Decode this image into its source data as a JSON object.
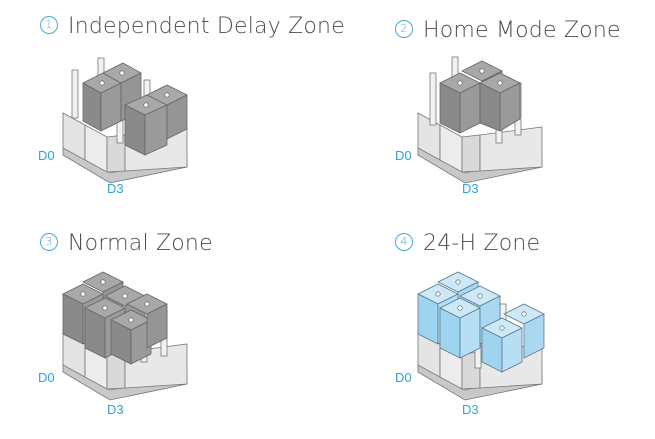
{
  "zones": [
    {
      "number": "1",
      "title": "Independent Delay Zone",
      "label_left": "D0",
      "label_bottom": "D3",
      "caps": [
        "back-left",
        "front-left",
        "back-right",
        "front-right-raised"
      ],
      "cap_color": "gray"
    },
    {
      "number": "2",
      "title": "Home Mode Zone",
      "label_left": "D0",
      "label_bottom": "D3",
      "caps": [
        "back-middle",
        "front-middle"
      ],
      "cap_color": "gray"
    },
    {
      "number": "3",
      "title": "Normal Zone",
      "label_left": "D0",
      "label_bottom": "D3",
      "caps": [
        "back-left",
        "front-left",
        "back-middle",
        "front-middle"
      ],
      "cap_color": "gray"
    },
    {
      "number": "4",
      "title": "24-H Zone",
      "label_left": "D0",
      "label_bottom": "D3",
      "caps": [
        "back-left",
        "front-left",
        "front-right-raised"
      ],
      "cap_color": "blue"
    }
  ],
  "colors": {
    "cap_gray_top": "#a9a9a9",
    "cap_gray_front": "#8c8c8c",
    "cap_blue_top": "#cde9f8",
    "cap_blue_front": "#9fd4f1",
    "base_light": "#dcdcdc",
    "accent": "#2aa3dc"
  }
}
